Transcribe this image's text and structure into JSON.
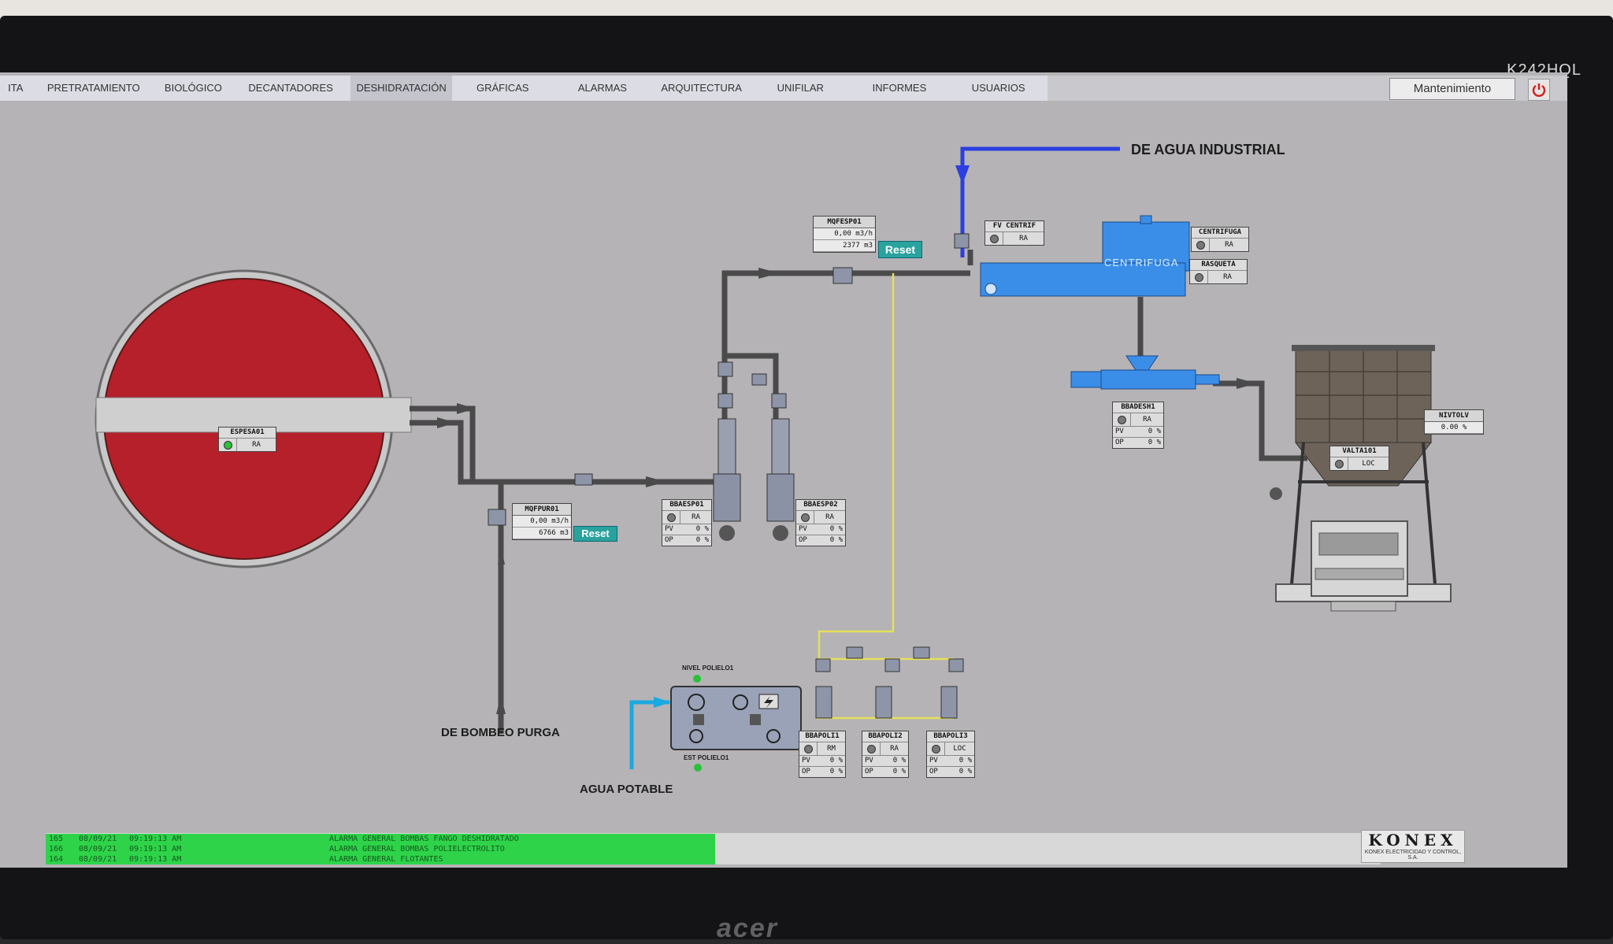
{
  "monitor": {
    "model": "K242HQL",
    "brand": "acer"
  },
  "nav": {
    "tabs": [
      {
        "label": "ITA"
      },
      {
        "label": "PRETRATAMIENTO"
      },
      {
        "label": "BIOLÓGICO"
      },
      {
        "label": "DECANTADORES"
      },
      {
        "label": "DESHIDRATACIÓN"
      },
      {
        "label": "GRÁFICAS"
      },
      {
        "label": "ALARMAS"
      },
      {
        "label": "ARQUITECTURA"
      },
      {
        "label": "UNIFILAR"
      },
      {
        "label": "INFORMES"
      },
      {
        "label": "USUARIOS"
      }
    ],
    "active_tab": "DESHIDRATACIÓN",
    "maintenance_label": "Mantenimiento"
  },
  "labels": {
    "agua_industrial": "DE AGUA INDUSTRIAL",
    "bombeo_purga": "DE BOMBEO PURGA",
    "agua_potable": "AGUA POTABLE",
    "centrifuga": "CENTRIFUGA",
    "nivel_polielo1": "NIVEL POLIELO1",
    "est_polielo1": "EST POLIELO1"
  },
  "flowmeters": {
    "mqfesp01": {
      "tag": "MQFESP01",
      "flow": "0,00 m3/h",
      "total": "2377 m3",
      "reset": "Reset"
    },
    "mqfpur01": {
      "tag": "MQFPUR01",
      "flow": "0,00 m3/h",
      "total": "6766 m3",
      "reset": "Reset"
    }
  },
  "devices": {
    "espesa01": {
      "tag": "ESPESA01",
      "mode": "RA",
      "state": "on"
    },
    "fv_centrif": {
      "tag": "FV CENTRIF",
      "mode": "RA"
    },
    "centrifuga": {
      "tag": "CENTRIFUGA",
      "mode": "RA"
    },
    "rasqueta": {
      "tag": "RASQUETA",
      "mode": "RA"
    },
    "bbaesp01": {
      "tag": "BBAESP01",
      "mode": "RA",
      "pv": "0 %",
      "op": "0 %"
    },
    "bbaesp02": {
      "tag": "BBAESP02",
      "mode": "RA",
      "pv": "0 %",
      "op": "0 %"
    },
    "bbadesh1": {
      "tag": "BBADESH1",
      "mode": "RA",
      "pv": "0 %",
      "op": "0 %"
    },
    "valta101": {
      "tag": "VALTA101",
      "mode": "LOC"
    },
    "nivtolv": {
      "tag": "NIVTOLV",
      "value": "0.00 %"
    },
    "bbapoli1": {
      "tag": "BBAPOLI1",
      "mode": "RM",
      "pv": "0 %",
      "op": "0 %"
    },
    "bbapoli2": {
      "tag": "BBAPOLI2",
      "mode": "RA",
      "pv": "0 %",
      "op": "0 %"
    },
    "bbapoli3": {
      "tag": "BBAPOLI3",
      "mode": "LOC",
      "pv": "0 %",
      "op": "0 %"
    }
  },
  "pv_label": "PV",
  "op_label": "OP",
  "alarms": [
    {
      "id": "165",
      "date": "08/09/21",
      "time": "09:19:13 AM",
      "text": "ALARMA GENERAL BOMBAS FANGO DESHIDRATADO"
    },
    {
      "id": "166",
      "date": "08/09/21",
      "time": "09:19:13 AM",
      "text": "ALARMA GENERAL BOMBAS POLIELECTROLITO"
    },
    {
      "id": "164",
      "date": "08/09/21",
      "time": "09:19:13 AM",
      "text": "ALARMA GENERAL FLOTANTES"
    }
  ],
  "footer": {
    "logo": "KONEX",
    "company": "KONEX ELECTRICIDAD Y CONTROL, S.A."
  },
  "colors": {
    "screen": "#b5b3b6",
    "pipe": "#4a4a4a",
    "water_industrial": "#2c3fe0",
    "water_potable": "#1aa8e0",
    "poly_line": "#e4e05a",
    "thickener": "#b5202b",
    "centrifuge": "#3b8ee8",
    "alarm": "#2ed34a",
    "reset": "#2aa29e"
  }
}
